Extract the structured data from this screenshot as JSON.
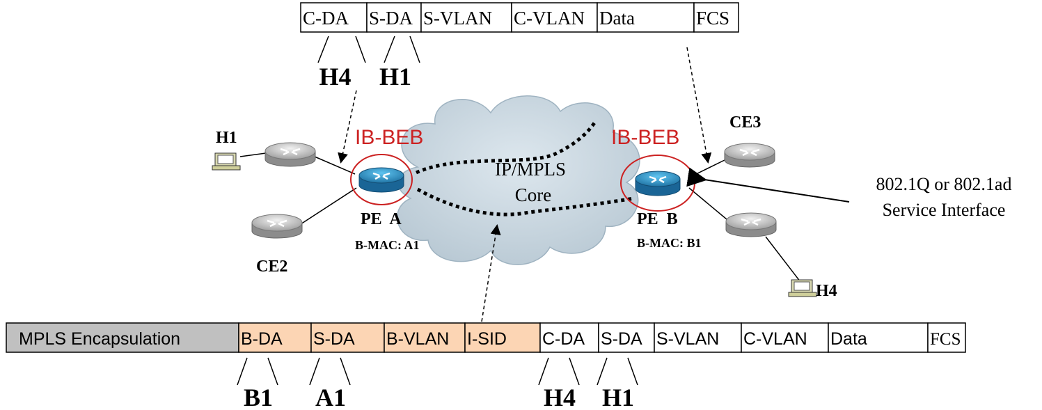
{
  "top_frame": {
    "fields": [
      {
        "text": "C-DA"
      },
      {
        "text": "S-DA"
      },
      {
        "text": "S-VLAN"
      },
      {
        "text": "C-VLAN"
      },
      {
        "text": "Data"
      },
      {
        "text": "FCS"
      }
    ],
    "labels": [
      "H4",
      "H1"
    ]
  },
  "bottom_frame": {
    "fields": [
      {
        "text": "MPLS Encapsulation",
        "color": "#c0c0c0"
      },
      {
        "text": "B-DA",
        "color": "#fcd5b4"
      },
      {
        "text": "S-DA",
        "color": "#fcd5b4"
      },
      {
        "text": "B-VLAN",
        "color": "#fcd5b4"
      },
      {
        "text": "I-SID",
        "color": "#fcd5b4"
      },
      {
        "text": "C-DA",
        "color": "#ffffff"
      },
      {
        "text": "S-DA",
        "color": "#ffffff"
      },
      {
        "text": "S-VLAN",
        "color": "#ffffff"
      },
      {
        "text": "C-VLAN",
        "color": "#ffffff"
      },
      {
        "text": "Data",
        "color": "#ffffff"
      },
      {
        "text": "FCS",
        "color": "#ffffff"
      }
    ],
    "labels": [
      "B1",
      "A1",
      "H4",
      "H1"
    ]
  },
  "nodes": {
    "h1": "H1",
    "h4": "H4",
    "ce2": "CE2",
    "ce3": "CE3",
    "pe_a": "PE  A",
    "pe_b": "PE  B",
    "bmac_a": "B-MAC: A1",
    "bmac_b": "B-MAC: B1",
    "ib_beb_left": "IB-BEB",
    "ib_beb_right": "IB-BEB"
  },
  "core": {
    "line1": "IP/MPLS",
    "line2": "Core"
  },
  "service_interface": {
    "line1": "802.1Q or 802.1ad",
    "line2": "Service Interface"
  },
  "colors": {
    "ib_beb": "#cc2222",
    "cloud": "#c9d7e0",
    "router_blue": "#2a8fc8",
    "router_gray": "#b4b4b4",
    "orange_field": "#fcd5b4",
    "gray_field": "#c0c0c0"
  },
  "icons": [
    "router-icon",
    "workstation-icon",
    "cloud-icon"
  ]
}
